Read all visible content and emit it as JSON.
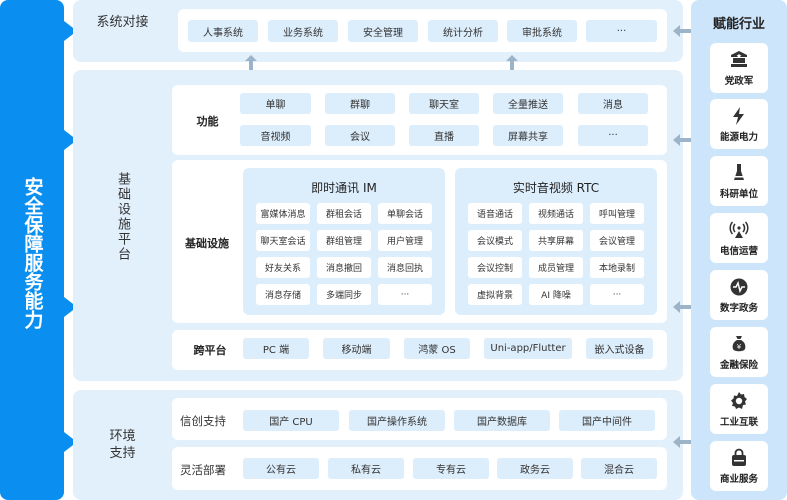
{
  "left_bar": {
    "title": "安全保障服务能力"
  },
  "system_integration": {
    "label": "系统对接",
    "items": [
      "人事系统",
      "业务系统",
      "安全管理",
      "统计分析",
      "审批系统",
      "···"
    ]
  },
  "platform": {
    "label": "基础设施平台",
    "functions": {
      "label": "功能",
      "items": [
        "单聊",
        "群聊",
        "聊天室",
        "全量推送",
        "消息",
        "音视频",
        "会议",
        "直播",
        "屏幕共享",
        "···"
      ]
    },
    "infrastructure": {
      "label": "基础设施",
      "im": {
        "title": "即时通讯 IM",
        "items": [
          "富媒体消息",
          "群租会话",
          "单聊会话",
          "聊天室会话",
          "群组管理",
          "用户管理",
          "好友关系",
          "消息撤回",
          "消息回执",
          "消息存储",
          "多端同步",
          "···"
        ]
      },
      "rtc": {
        "title": "实时音视频 RTC",
        "items": [
          "语音通话",
          "视频通话",
          "呼叫管理",
          "会议模式",
          "共享屏幕",
          "会议管理",
          "会议控制",
          "成员管理",
          "本地录制",
          "虚拟背景",
          "AI 降噪",
          "···"
        ]
      }
    },
    "cross_platform": {
      "label": "跨平台",
      "items": [
        "PC 端",
        "移动端",
        "鸿蒙 OS",
        "Uni-app/Flutter",
        "嵌入式设备"
      ]
    }
  },
  "environment": {
    "label": "环境支持",
    "xinchuang": {
      "label": "信创支持",
      "items": [
        "国产 CPU",
        "国产操作系统",
        "国产数据库",
        "国产中间件"
      ]
    },
    "deployment": {
      "label": "灵活部署",
      "items": [
        "公有云",
        "私有云",
        "专有云",
        "政务云",
        "混合云"
      ]
    }
  },
  "industries": {
    "title": "赋能行业",
    "items": [
      {
        "label": "党政军",
        "icon": "government-building-icon"
      },
      {
        "label": "能源电力",
        "icon": "lightning-icon"
      },
      {
        "label": "科研单位",
        "icon": "flask-icon"
      },
      {
        "label": "电信运营",
        "icon": "signal-tower-icon"
      },
      {
        "label": "数字政务",
        "icon": "pulse-circle-icon"
      },
      {
        "label": "金融保险",
        "icon": "money-bag-icon"
      },
      {
        "label": "工业互联",
        "icon": "gear-icon"
      },
      {
        "label": "商业服务",
        "icon": "shopping-bag-icon"
      }
    ]
  }
}
